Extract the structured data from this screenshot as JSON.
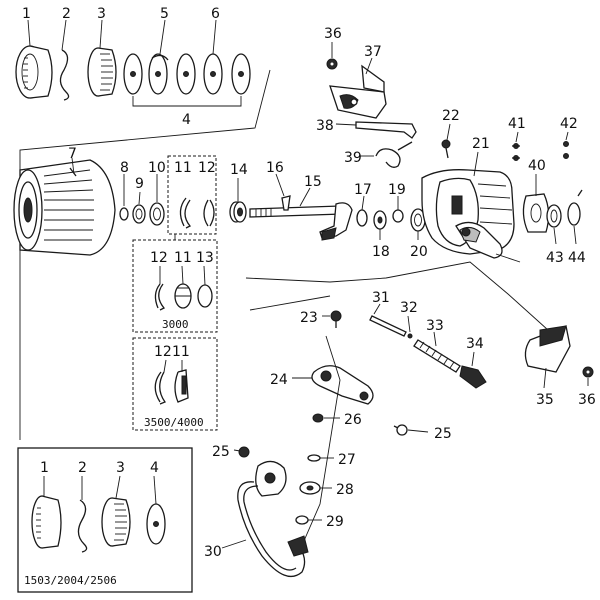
{
  "diagram": {
    "part_numbers": [
      "1",
      "2",
      "3",
      "4",
      "5",
      "6",
      "7",
      "8",
      "9",
      "10",
      "11",
      "12",
      "13",
      "14",
      "15",
      "16",
      "17",
      "18",
      "19",
      "20",
      "21",
      "22",
      "23",
      "24",
      "25",
      "26",
      "27",
      "28",
      "29",
      "30",
      "31",
      "32",
      "33",
      "34",
      "35",
      "36",
      "37",
      "38",
      "39",
      "40",
      "41",
      "42",
      "43",
      "44"
    ],
    "variant_3000": {
      "labels": [
        "12",
        "11",
        "13"
      ],
      "caption": "3000"
    },
    "variant_3500": {
      "labels": [
        "12",
        "11"
      ],
      "caption": "3500/4000"
    },
    "variant_small": {
      "labels": [
        "1",
        "2",
        "3",
        "4"
      ],
      "caption": "1503/2004/2506"
    },
    "extra_labels": {
      "p25b": "25",
      "p36b": "36"
    }
  }
}
